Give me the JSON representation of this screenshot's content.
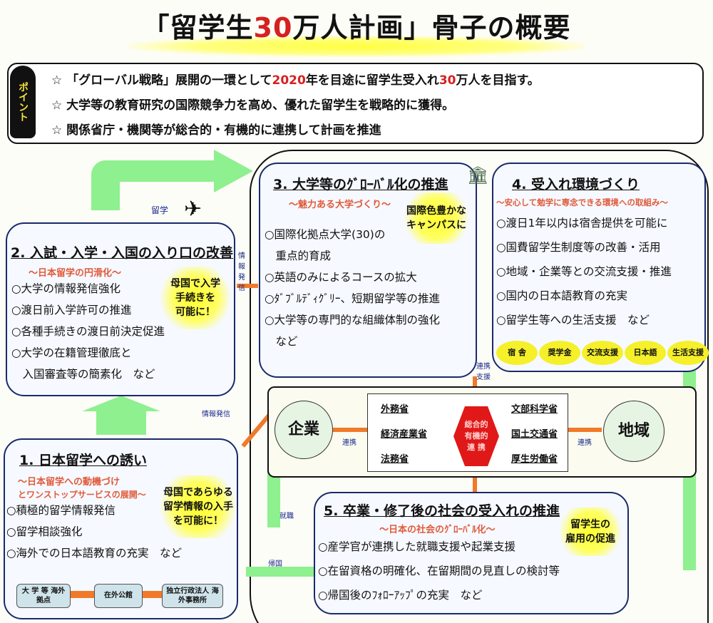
{
  "title": {
    "pre": "「留学生",
    "num": "30",
    "post": "万人計画」骨子の概要"
  },
  "point": {
    "badge": "ポイント",
    "lines": [
      {
        "a": "☆ 「グローバル戦略」展開の一環として",
        "b": "2020",
        "c": "年を目途に留学生受入れ",
        "d": "30",
        "e": "万人を目指す。"
      },
      {
        "a": "☆ 大学等の教育研究の国際競争力を高め、優れた留学生を戦略的に獲得。"
      },
      {
        "a": "☆ 関係省庁・機関等が総合的・有機的に連携して計画を推進"
      }
    ]
  },
  "labels": {
    "ryugaku": "留学",
    "joho1": "情報発信",
    "joho2": "情報発信",
    "renkei_shien": "連携支援",
    "shushoku": "就職",
    "kikoku": "帰国",
    "renkei": "連携"
  },
  "s1": {
    "h": "1. 日本留学への誘い",
    "sub1": "～日本留学への動機づけ",
    "sub2": "とワンストップサービスの展開～",
    "items": [
      "○積極的留学情報発信",
      "○留学相談強化",
      "○海外での日本語教育の充実　など"
    ],
    "burst": [
      "母国であらゆる",
      "留学情報の入手",
      "を可能に！"
    ],
    "orgs": [
      "大 学 等 海外拠点",
      "在外公館",
      "独立行政法人 海外事務所"
    ]
  },
  "s2": {
    "h": "2. 入試・入学・入国の入り口の改善",
    "sub": "～日本留学の円滑化～",
    "items": [
      "○大学の情報発信強化",
      "○渡日前入学許可の推進",
      "○各種手続きの渡日前決定促進",
      "○大学の在籍管理徹底と",
      "　入国審査等の簡素化　など"
    ],
    "burst": [
      "母国で入学",
      "手続きを",
      "可能に！"
    ]
  },
  "s3": {
    "h": "3. 大学等のｸﾞﾛｰﾊﾞﾙ化の推進",
    "sub": "～魅力ある大学づくり～",
    "items": [
      "○国際化拠点大学(30)の",
      "　重点的育成",
      "○英語のみによるコースの拡大",
      "○ﾀﾞﾌﾞﾙﾃﾞｨｸﾞﾘｰ、短期留学等の推進",
      "○大学等の専門的な組織体制の強化",
      "　など"
    ],
    "burst": [
      "国際色豊かな",
      "キャンパスに"
    ]
  },
  "s4": {
    "h": "4. 受入れ環境づくり",
    "sub": "～安心して勉学に専念できる環境への取組み～",
    "items": [
      "○渡日1年以内は宿舎提供を可能に",
      "○国費留学生制度等の改善・活用",
      "○地域・企業等との交流支援・推進",
      "○国内の日本語教育の充実",
      "○留学生等への生活支援　など"
    ],
    "pills": [
      "宿 舎",
      "奨学金",
      "交流支援",
      "日本語",
      "生活支援"
    ]
  },
  "center": {
    "left": "企業",
    "right": "地域",
    "ministries_left": [
      "外務省",
      "経済産業省",
      "法務省"
    ],
    "ministries_right": [
      "文部科学省",
      "国土交通省",
      "厚生労働省"
    ],
    "hex": [
      "総合的",
      "有機的",
      "連 携"
    ]
  },
  "s5": {
    "h": "5. 卒業・修了後の社会の受入れの推進",
    "sub": "～日本の社会のｸﾞﾛｰﾊﾞﾙ化～",
    "items": [
      "○産学官が連携した就職支援や起業支援",
      "○在留資格の明確化、在留期間の見直しの検討等",
      "○帰国後のﾌｫﾛｰｱｯﾌﾟの充実　など"
    ],
    "burst": [
      "留学生の",
      "雇用の促進"
    ]
  },
  "colors": {
    "accent_red": "#d62020",
    "subtitle": "#e05a3a",
    "arrow_orange": "#f07a2a",
    "arrow_green": "#8ef08e",
    "highlight": "#f5f02a",
    "hexagon": "#e01818"
  }
}
